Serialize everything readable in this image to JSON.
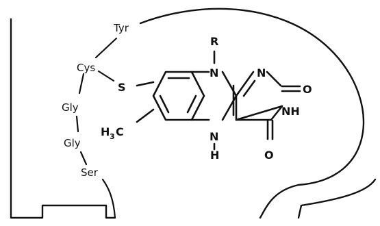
{
  "peptide": {
    "tyr": "Tyr",
    "cys": "Cys",
    "gly1": "Gly",
    "gly2": "Gly",
    "ser": "Ser"
  },
  "flavin": {
    "r": "R",
    "n10": "N",
    "n1": "N",
    "o2": "O",
    "nh3": "NH",
    "o4": "O",
    "n5": "N",
    "h5": "H",
    "s": "S",
    "h3c": "H",
    "h3c_sub": "3",
    "h3c_c": "C"
  }
}
